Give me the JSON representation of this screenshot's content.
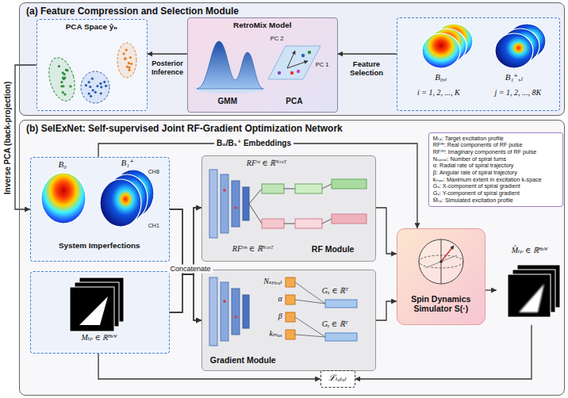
{
  "diagram": {
    "nodes": [
      {
        "text": [
          "(a) Feature Compression and Selection Module"
        ]
      },
      {
        "text": [
          "PCA Space ŷₙ"
        ],
        "in": 0
      },
      {
        "text": [
          "RetroMix Model",
          "GMM",
          "PCA",
          "PC 2",
          "PC 1"
        ],
        "in": 0
      },
      {
        "text": [
          "B₀,ᵢ",
          "B₁⁺,ⱼ",
          "i = 1, 2, ..., K",
          "j = 1, 2, ..., 8K"
        ],
        "in": 0
      },
      {
        "text": [
          "(b) SelExNet: Self-supervised Joint RF-Gradient Optimization Network"
        ]
      },
      {
        "text": [
          "Mₜₚ: Target excitation profile",
          "RFʳᵉ: Real components of RF pulse",
          "RFⁱᵐ: Imaginary components of RF pulse",
          "Nₛₚᵢᵣₐₗ: Number of spiral turns",
          "α: Radial rate of spiral trajectory",
          "β: Angular rate of spiral trajectory",
          "kₘₐₓ: Maximum extent in excitation k-space",
          "Gₓ: X-component of spiral gradient",
          "Gᵧ: Y-component of spiral gradient",
          "M̂ₜₚ: Simulated excitation profile"
        ],
        "in": 4
      },
      {
        "text": [
          "B₀",
          "B₁⁺",
          "CH8",
          "CH1",
          "System Imperfections"
        ],
        "in": 4
      },
      {
        "text": [
          "Mₜₚ ∈ ℝᴴˣᵂ"
        ],
        "in": 4
      },
      {
        "text": [
          "RFʳᵉ ∈ ℝᴺᶜˣᵀ",
          "RFⁱᵐ ∈ ℝᴺᶜˣᵀ",
          "RF Module"
        ],
        "in": 4
      },
      {
        "text": [
          "Nₛₚᵢᵣₐₗ",
          "α",
          "β",
          "kₘₐₓ",
          "Gₓ ∈ ℝᵀ",
          "Gᵧ ∈ ℝᵀ",
          "Gradient Module"
        ],
        "in": 4
      },
      {
        "text": [
          "Spin Dynamics Simulator S(·)"
        ],
        "in": 4
      },
      {
        "text": [
          "M̂ₜₚ ∈ ℝᴴˣᵂ"
        ],
        "in": 4
      },
      {
        "text": [
          "ℒₜₒₜₐₗ"
        ],
        "in": 4
      }
    ],
    "edges": [
      {
        "from": 3,
        "to": 2,
        "arrow": "to",
        "label": "Feature Selection"
      },
      {
        "from": 2,
        "to": 1,
        "arrow": "to",
        "label": "Posterior Inference"
      },
      {
        "from": 1,
        "to": 6,
        "arrow": "to",
        "label": "Inverse PCA (back-projection)"
      },
      {
        "from": 6,
        "to": 10,
        "arrow": "to",
        "label": "B₀/B₁⁺ Embeddings"
      },
      {
        "from": 6,
        "to": 8,
        "arrow": "to"
      },
      {
        "from": 6,
        "to": 9,
        "arrow": "to"
      },
      {
        "from": 7,
        "to": 8,
        "arrow": "to"
      },
      {
        "from": 7,
        "to": 9,
        "arrow": "to"
      },
      {
        "from": 8,
        "to": 10,
        "arrow": "to"
      },
      {
        "from": 9,
        "to": 10,
        "arrow": "to"
      },
      {
        "from": 10,
        "to": 11,
        "arrow": "to"
      },
      {
        "from": 11,
        "to": 12,
        "arrow": "to"
      },
      {
        "from": 7,
        "to": 12,
        "arrow": "to"
      }
    ],
    "labels": [
      "Concatenate"
    ]
  }
}
